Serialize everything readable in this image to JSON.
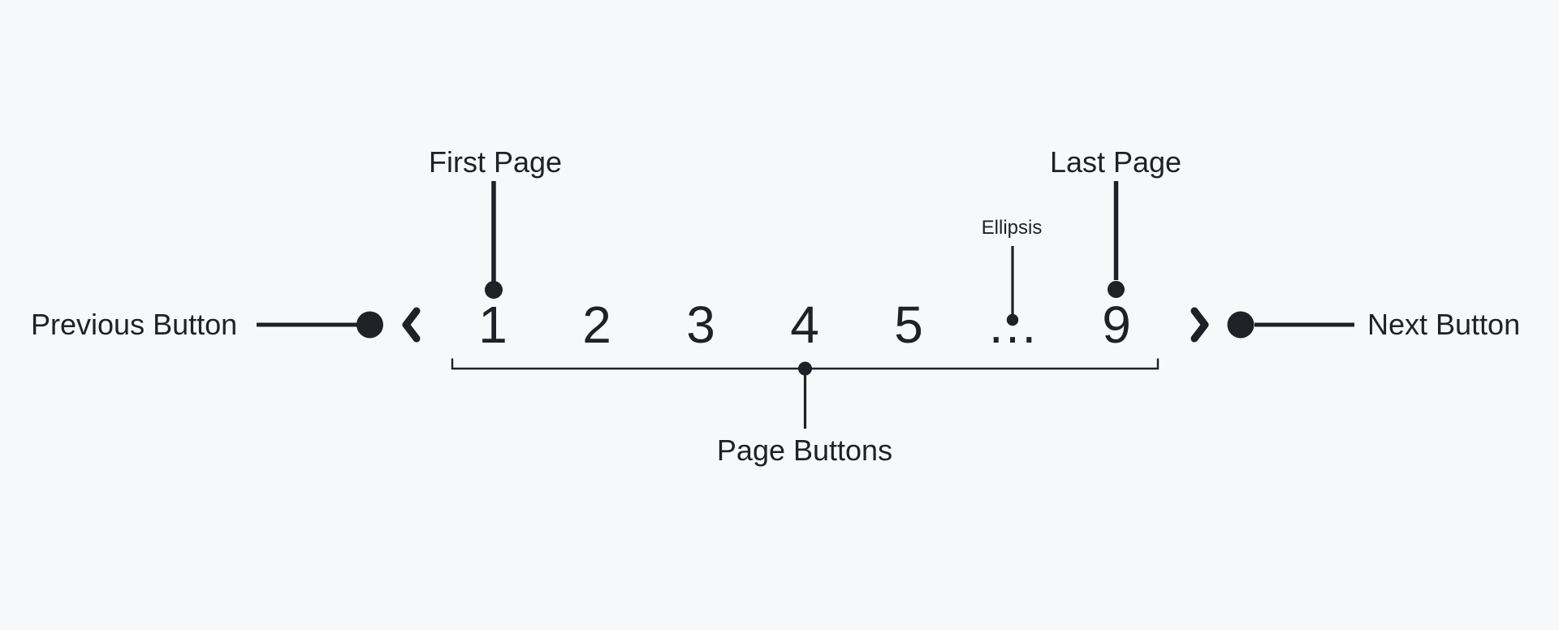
{
  "canvas": {
    "background": "#f7f8fa",
    "ink": "#1e2125"
  },
  "annotations": {
    "previous_button": "Previous Button",
    "next_button": "Next Button",
    "first_page": "First Page",
    "last_page": "Last Page",
    "ellipsis": "Ellipsis",
    "page_buttons": "Page Buttons"
  },
  "pagination": {
    "previous_icon": "chevron-left",
    "next_icon": "chevron-right",
    "pages": [
      {
        "label": "1",
        "type": "page"
      },
      {
        "label": "2",
        "type": "page"
      },
      {
        "label": "3",
        "type": "page"
      },
      {
        "label": "4",
        "type": "page"
      },
      {
        "label": "5",
        "type": "page"
      },
      {
        "label": "…",
        "type": "ellipsis"
      },
      {
        "label": "9",
        "type": "page"
      }
    ]
  }
}
